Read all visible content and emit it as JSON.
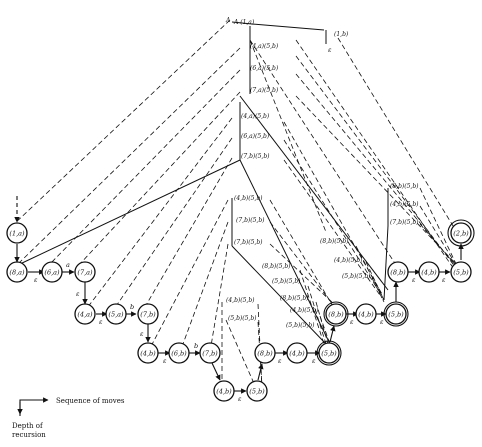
{
  "nodes": [
    {
      "id": "n1a",
      "label": "(1,a)"
    },
    {
      "id": "n8a",
      "label": "(8,a)"
    },
    {
      "id": "n6a",
      "label": "(6,a)"
    },
    {
      "id": "n7a",
      "label": "(7,a)"
    },
    {
      "id": "n4a",
      "label": "(4,a)"
    },
    {
      "id": "n5a",
      "label": "(5,a)"
    },
    {
      "id": "n7b",
      "label": "(7,b)"
    },
    {
      "id": "n4b1",
      "label": "(4,b)"
    },
    {
      "id": "n6b",
      "label": "(6,b)"
    },
    {
      "id": "n7b2",
      "label": "(7,b)"
    },
    {
      "id": "n4b2",
      "label": "(4,b)"
    },
    {
      "id": "n5b1",
      "label": "(5,b)"
    },
    {
      "id": "n8b1",
      "label": "(8,b)"
    },
    {
      "id": "n4b3",
      "label": "(4,b)"
    },
    {
      "id": "n5b2",
      "label": "(5,b)"
    },
    {
      "id": "n8b2",
      "label": "(8,b)"
    },
    {
      "id": "n4b4",
      "label": "(4,b)"
    },
    {
      "id": "n5b3",
      "label": "(5,b)"
    },
    {
      "id": "n8b3",
      "label": "(8,b)"
    },
    {
      "id": "n4b5",
      "label": "(4,b)"
    },
    {
      "id": "n5b4",
      "label": "(5,b)"
    },
    {
      "id": "n2b",
      "label": "(2,b)"
    }
  ],
  "branch_labels": [
    "A (1,a)",
    "(1,b)",
    "(4,a)(5,b)",
    "(6,a)(5,b)",
    "(7,a)(5,b)",
    "(4,a)(5,b)",
    "(6,a)(5,b)",
    "(7,b)(5,b)",
    "(8,b)(5,b)",
    "(4,b)(5,b)",
    "(7,b)(5,b)",
    "(4,b)(5,b)",
    "(7,b)(5,b)",
    "(8,b)(5,b)",
    "(4,b)(5,b)",
    "(5,b)(5,b)",
    "(8,b)(5,b)",
    "(5,b)(5,b)",
    "(4,b)(5,b)",
    "(5,b)(5,b)",
    "(8,b)(5,b)",
    "(4,b)(5,b)",
    "(5,b)(5,b)",
    "(7,b)(5,b)"
  ],
  "symbols": {
    "a_label": "A",
    "epsilon": "ε",
    "a_edge": "a",
    "b_edge": "b"
  },
  "legend": {
    "sequence": "Sequence of moves",
    "depth_line1": "Depth of",
    "depth_line2": "recursion"
  }
}
